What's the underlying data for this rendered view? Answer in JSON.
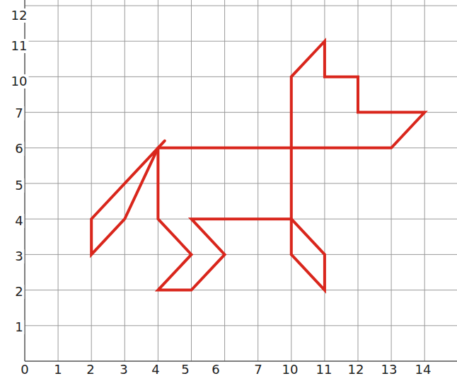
{
  "diagram": {
    "labels": [
      "12",
      "11",
      "10",
      "7",
      "6",
      "5",
      "4",
      "3",
      "2",
      "1",
      "0",
      "1",
      "2",
      "3",
      "4",
      "5",
      "6",
      "7",
      "10",
      "11",
      "12",
      "13",
      "14"
    ]
  }
}
